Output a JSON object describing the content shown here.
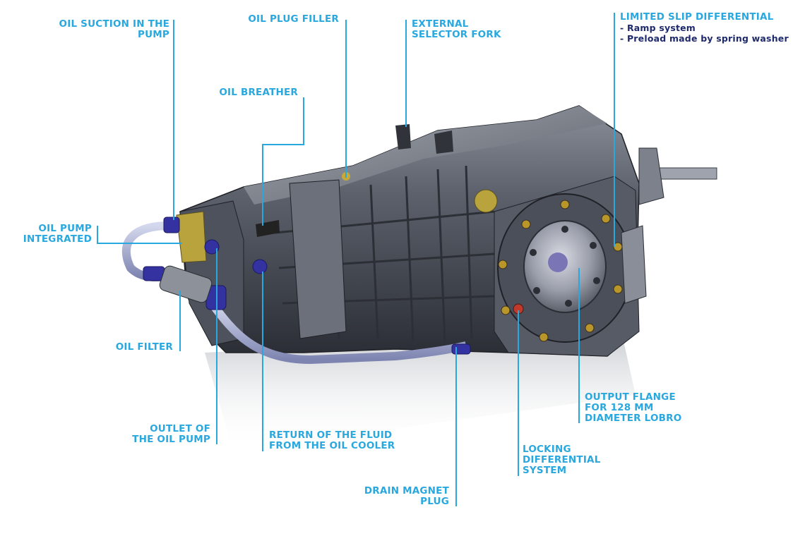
{
  "colors": {
    "label": "#29a8df",
    "sub_label": "#1e2a6b",
    "leader": "#29a8df"
  },
  "labels": {
    "oil_suction": {
      "lines": [
        "OIL SUCTION IN THE",
        "PUMP"
      ]
    },
    "oil_plug_filler": {
      "lines": [
        "OIL PLUG FILLER"
      ]
    },
    "external_selector": {
      "lines": [
        "EXTERNAL",
        "SELECTOR FORK"
      ]
    },
    "lsd": {
      "lines": [
        "LIMITED SLIP DIFFERENTIAL"
      ],
      "sub": [
        "- Ramp system",
        "- Preload made by spring washer"
      ]
    },
    "oil_breather": {
      "lines": [
        "OIL BREATHER"
      ]
    },
    "oil_pump_integrated": {
      "lines": [
        "OIL PUMP",
        "INTEGRATED"
      ]
    },
    "oil_filter": {
      "lines": [
        "OIL FILTER"
      ]
    },
    "outlet_oil_pump": {
      "lines": [
        "OUTLET OF",
        "THE OIL PUMP"
      ]
    },
    "return_fluid": {
      "lines": [
        "RETURN OF THE FLUID",
        "FROM THE OIL COOLER"
      ]
    },
    "output_flange": {
      "lines": [
        "OUTPUT FLANGE",
        "FOR 128 MM",
        "DIAMETER LOBRO"
      ]
    },
    "locking_diff": {
      "lines": [
        "LOCKING",
        "DIFFERENTIAL",
        "SYSTEM"
      ]
    },
    "drain_magnet": {
      "lines": [
        "DRAIN MAGNET",
        "PLUG"
      ]
    }
  }
}
